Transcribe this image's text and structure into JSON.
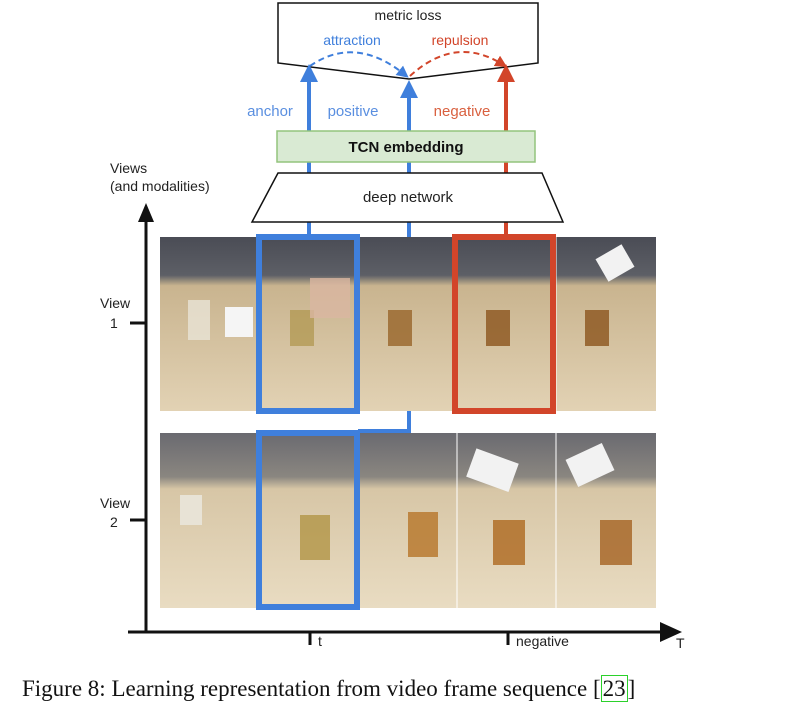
{
  "diagram": {
    "loss_label": "metric loss",
    "attraction_label": "attraction",
    "repulsion_label": "repulsion",
    "anchor_label": "anchor",
    "positive_label": "positive",
    "negative_label": "negative",
    "embedding_label": "TCN embedding",
    "network_label": "deep network",
    "y_axis_label": "Views",
    "y_axis_sublabel": "(and modalities)",
    "view1_label_a": "View",
    "view1_label_b": "1",
    "view2_label_a": "View",
    "view2_label_b": "2",
    "x_tick_t": "t",
    "x_tick_negative": "negative",
    "x_axis_label": "T"
  },
  "colors": {
    "blue": "#3f7fdc",
    "red": "#d2452a",
    "green_fill": "#d9ead3",
    "green_border": "#93c47d"
  },
  "caption": {
    "text": "Figure 8: Learning representation from video frame sequence [",
    "ref": "23",
    "close": "]"
  }
}
